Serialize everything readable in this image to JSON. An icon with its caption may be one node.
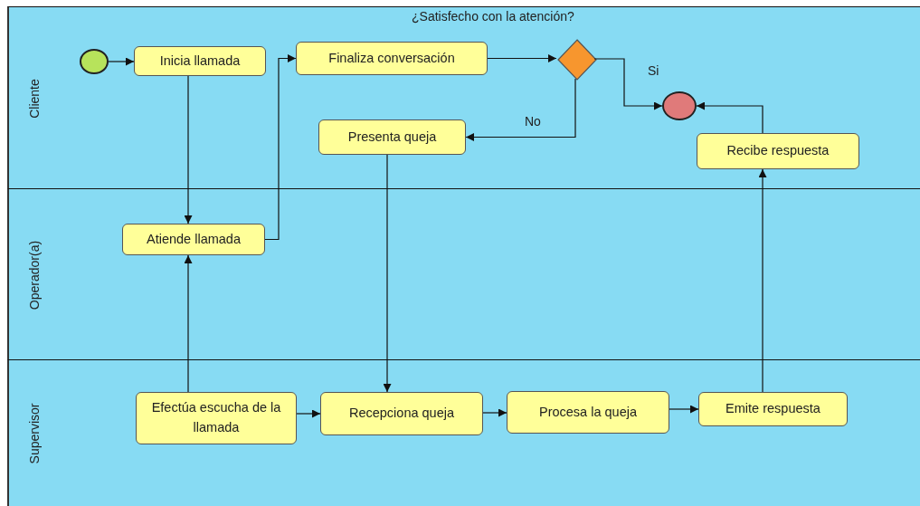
{
  "diagram": {
    "nodes": [
      {
        "text": [
          "Cliente"
        ]
      },
      {
        "text": [
          "Operador(a)"
        ]
      },
      {
        "text": [
          "Supervisor"
        ]
      },
      {
        "text": [],
        "shape": "circle",
        "in": 0
      },
      {
        "text": [
          "Inicia llamada"
        ],
        "in": 0
      },
      {
        "text": [
          "Finaliza conversación"
        ],
        "in": 0
      },
      {
        "text": [
          "¿Satisfecho con la atención?"
        ],
        "in": 0
      },
      {
        "text": [],
        "shape": "circle",
        "in": 0
      },
      {
        "text": [
          "Presenta queja"
        ],
        "in": 0
      },
      {
        "text": [
          "Recibe respuesta"
        ],
        "in": 0
      },
      {
        "text": [
          "Atiende llamada"
        ],
        "in": 1
      },
      {
        "text": [
          "Efectúa escucha de la llamada"
        ],
        "in": 2
      },
      {
        "text": [
          "Recepciona queja"
        ],
        "in": 2
      },
      {
        "text": [
          "Procesa la queja"
        ],
        "in": 2
      },
      {
        "text": [
          "Emite respuesta"
        ],
        "in": 2
      }
    ],
    "edges": [
      {
        "from": 3,
        "to": 4,
        "arrow": "to"
      },
      {
        "from": 4,
        "to": 10,
        "arrow": "to"
      },
      {
        "from": 10,
        "to": 5,
        "arrow": "to"
      },
      {
        "from": 5,
        "to": 6,
        "arrow": "to"
      },
      {
        "from": 6,
        "to": 7,
        "arrow": "to",
        "label": "Si"
      },
      {
        "from": 6,
        "to": 8,
        "arrow": "to",
        "label": "No"
      },
      {
        "from": 9,
        "to": 7,
        "arrow": "to"
      },
      {
        "from": 8,
        "to": 12,
        "arrow": "to"
      },
      {
        "from": 11,
        "to": 10,
        "arrow": "to"
      },
      {
        "from": 11,
        "to": 12,
        "arrow": "to"
      },
      {
        "from": 12,
        "to": 13,
        "arrow": "to"
      },
      {
        "from": 13,
        "to": 14,
        "arrow": "to"
      },
      {
        "from": 14,
        "to": 9,
        "arrow": "to"
      }
    ]
  }
}
